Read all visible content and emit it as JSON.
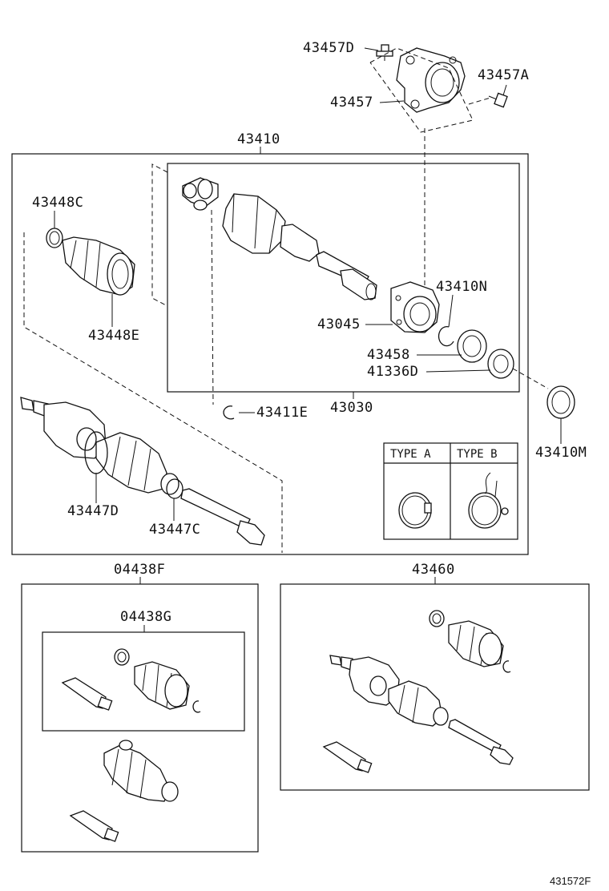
{
  "labels": {
    "p43457D": "43457D",
    "p43457A": "43457A",
    "p43457": "43457",
    "p43410": "43410",
    "p43448C": "43448C",
    "p43448E": "43448E",
    "p43410N": "43410N",
    "p43045": "43045",
    "p43458": "43458",
    "p41336D": "41336D",
    "p43411E": "43411E",
    "p43030": "43030",
    "p43410M": "43410M",
    "p43447D": "43447D",
    "p43447C": "43447C",
    "p04438F": "04438F",
    "p04438G": "04438G",
    "p43460": "43460"
  },
  "types": {
    "type_a": "TYPE A",
    "type_b": "TYPE B"
  },
  "figure_ref": "431572F"
}
